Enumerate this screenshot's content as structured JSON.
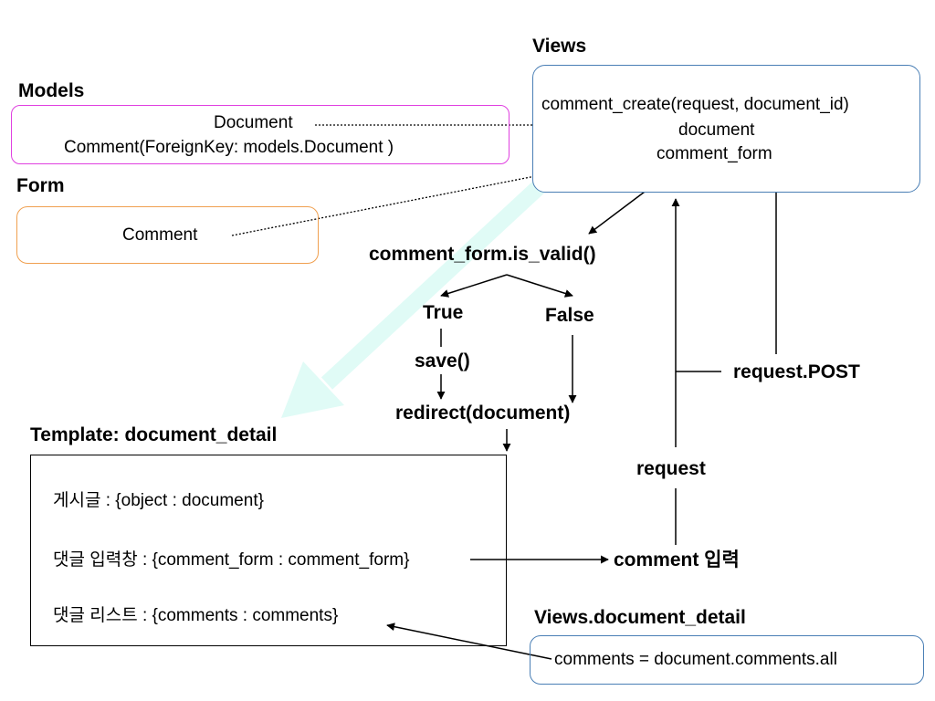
{
  "models": {
    "title": "Models",
    "line1": "Document",
    "line2": "Comment(ForeignKey: models.Document )",
    "border_color": "#e040e0"
  },
  "form": {
    "title": "Form",
    "line1": "Comment",
    "border_color": "#f0a050"
  },
  "views": {
    "title": "Views",
    "line1": "comment_create(request, document_id)",
    "line2": "document",
    "line3": "comment_form",
    "border_color": "#4a7fb5"
  },
  "flow": {
    "is_valid": "comment_form.is_valid()",
    "true_label": "True",
    "false_label": "False",
    "save": "save()",
    "redirect": "redirect(document)",
    "request_post": "request.POST",
    "request": "request",
    "comment_input": "comment 입력"
  },
  "template": {
    "title": "Template: document_detail",
    "line1": "게시글 : {object : document}",
    "line2": "댓글 입력창 : {comment_form : comment_form}",
    "line3": "댓글 리스트 : {comments : comments}"
  },
  "views_detail": {
    "title": "Views.document_detail",
    "line1": "comments = document.comments.all",
    "border_color": "#4a7fb5"
  },
  "colors": {
    "highlight_arrow": "#e0fbf6"
  }
}
